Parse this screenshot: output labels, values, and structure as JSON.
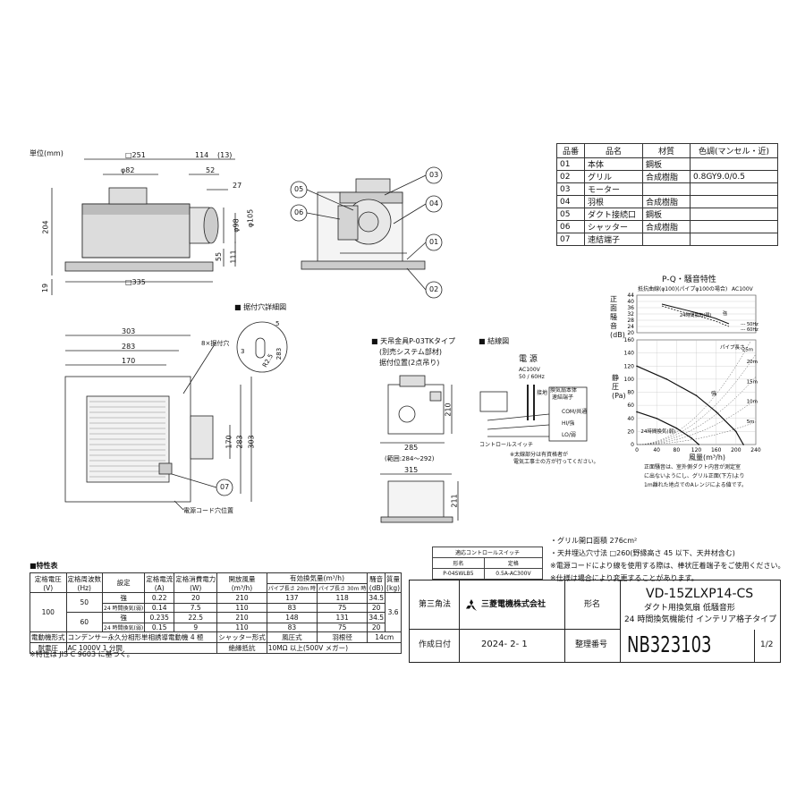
{
  "units_label": "単位(mm)",
  "dims_side": {
    "d251": "□251",
    "d114": "114",
    "d13": "(13)",
    "d82": "φ82",
    "d52": "52",
    "d27": "27",
    "d204": "204",
    "d98": "φ98",
    "d105": "φ105",
    "d55": "55",
    "d111": "111",
    "d19": "19",
    "d335": "□335"
  },
  "callouts": [
    "05",
    "06",
    "03",
    "04",
    "01",
    "02",
    "07"
  ],
  "parts_table": {
    "headers": [
      "品番",
      "品名",
      "材質",
      "色調(マンセル・近)"
    ],
    "rows": [
      [
        "01",
        "本体",
        "鋼板",
        ""
      ],
      [
        "02",
        "グリル",
        "合成樹脂",
        "0.8GY9.0/0.5"
      ],
      [
        "03",
        "モーター",
        "",
        ""
      ],
      [
        "04",
        "羽根",
        "合成樹脂",
        ""
      ],
      [
        "05",
        "ダクト接続口",
        "鋼板",
        ""
      ],
      [
        "06",
        "シャッター",
        "合成樹脂",
        ""
      ],
      [
        "07",
        "速結端子",
        "",
        ""
      ]
    ]
  },
  "mount_hole": {
    "title": "■ 据付穴詳細図",
    "d5": "5",
    "d3": "3",
    "d283": "283",
    "r25": "R2.5",
    "label_8holes": "8×据付穴"
  },
  "plan_dims": {
    "d303a": "303",
    "d283a": "283",
    "d170a": "170",
    "d170b": "170",
    "d283b": "283",
    "d303b": "303",
    "cord_label": "電源コード穴位置"
  },
  "hanger": {
    "title": "■ 天吊金具P-03TKタイプ",
    "sub1": "(別売システム部材)",
    "sub2": "据付位置(2点吊り)",
    "d210": "210",
    "d285": "285",
    "range": "(範囲:284～292)",
    "d315": "315",
    "d211": "211"
  },
  "wiring": {
    "title": "■ 結線図",
    "power": "電 源",
    "spec": "AC100V",
    "hz": "50 / 60Hz",
    "ground": "接地",
    "switch_label": "コントロールスイッチ",
    "terminal": "換気扇本体",
    "terminal2": "速結端子",
    "t_com": "COM/共通",
    "t_hi": "HI/強",
    "t_lo": "LO/弱",
    "note1": "※太線部分は有資格者が",
    "note2": "電気工事士の方が行ってください。"
  },
  "pq": {
    "title": "P-Q・騒音特性",
    "noise_axis": "正面騒音(dB)",
    "noise_sub": "抵抗曲線(φ100)(パイプφ100の場合)",
    "ac": "AC100V",
    "noise_ticks": [
      "44",
      "40",
      "36",
      "32",
      "28",
      "24",
      "20"
    ],
    "legend_50": "50Hz",
    "legend_60": "60Hz",
    "strong": "強",
    "weak24": "24時間換気(弱)",
    "pressure_axis": "静圧(Pa)",
    "p_ticks": [
      "160",
      "140",
      "120",
      "100",
      "80",
      "60",
      "40",
      "20",
      "0"
    ],
    "q_ticks": [
      "0",
      "40",
      "80",
      "120",
      "160",
      "200",
      "240"
    ],
    "q_label": "風量(m³/h)",
    "pipe_label": "パイプ長さ",
    "pipe_lengths": [
      "25m",
      "20m",
      "15m",
      "10m",
      "5m"
    ],
    "vent24": "24時間換気(弱)",
    "note1": "正面騒音は、室外側ダクト内音が測定室",
    "note2": "に出ないようにし、グリル正面(下方)より",
    "note3": "1m離れた地点でのAレンジによる値です。"
  },
  "chart_data": {
    "type": "line",
    "xlabel": "風量(m³/h)",
    "ylabel": "静圧(Pa)",
    "xlim": [
      0,
      240
    ],
    "ylim": [
      0,
      160
    ],
    "series": [
      {
        "name": "強",
        "x": [
          0,
          60,
          120,
          160,
          200,
          215
        ],
        "y": [
          120,
          100,
          75,
          50,
          20,
          0
        ]
      },
      {
        "name": "24時間換気(弱)",
        "x": [
          0,
          40,
          80,
          110,
          125
        ],
        "y": [
          50,
          40,
          25,
          10,
          0
        ]
      }
    ]
  },
  "notes": {
    "n1": "・グリル開口面積 276cm²",
    "n2": "・天井埋込穴寸法 □260(野縁高さ 45 以下、天井材含む)",
    "n3": "※電源コードにより線を使用する際は、棒状圧着端子をご使用ください。",
    "n4": "※仕様は場合により変更することがあります。"
  },
  "control_switch": {
    "title": "適応コントロールスイッチ",
    "h1": "形名",
    "h2": "定格",
    "model": "P-04SWLB5",
    "rating": "0.5A-AC300V"
  },
  "spec_table": {
    "title": "■特性表",
    "h_voltage": "定格電圧",
    "h_v": "(V)",
    "h_freq": "定格周波数",
    "h_hz": "(Hz)",
    "h_setting": "設定",
    "h_current": "定格電流",
    "h_a": "(A)",
    "h_power": "定格消費電力",
    "h_w": "(W)",
    "h_flow": "開放風量",
    "h_m3": "(m³/h)",
    "h_eff": "有効換気量(m³/h)",
    "h_eff20": "パイプ長さ 20m 時",
    "h_eff30": "パイプ長さ 30m 時",
    "h_noise": "騒音",
    "h_db": "(dB)",
    "h_mass": "質量",
    "h_kg": "(kg)",
    "voltage": "100",
    "mass": "3.6",
    "rows": [
      {
        "hz": "50",
        "set": "強",
        "a": "0.22",
        "w": "20",
        "open": "210",
        "e20": "137",
        "e30": "118",
        "db": "34.5"
      },
      {
        "hz": "",
        "set": "24 時間換気(弱)",
        "a": "0.14",
        "w": "7.5",
        "open": "110",
        "e20": "83",
        "e30": "75",
        "db": "20"
      },
      {
        "hz": "60",
        "set": "強",
        "a": "0.235",
        "w": "22.5",
        "open": "210",
        "e20": "148",
        "e30": "131",
        "db": "34.5"
      },
      {
        "hz": "",
        "set": "24 時間換気(弱)",
        "a": "0.15",
        "w": "9",
        "open": "110",
        "e20": "83",
        "e30": "75",
        "db": "20"
      }
    ],
    "motor_label": "電動機形式",
    "motor_value": "コンデンサー永久分相形単相誘導電動機 4 極",
    "shutter_label": "シャッター形式",
    "shutter_value": "風圧式",
    "blade_label": "羽根径",
    "blade_value": "14cm",
    "withstand_label": "耐電圧",
    "withstand_value": "AC 1000V 1 分間",
    "insul_label": "絶縁抵抗",
    "insul_value": "10MΩ 以上(500V メガー)",
    "footnote": "※特性は JIS C 9603 に基づく。"
  },
  "title_block": {
    "angle": "第三角法",
    "company": "三菱電機株式会社",
    "model_label": "形名",
    "model": "VD-15ZLXP14-CS",
    "desc1": "ダクト用換気扇 低騒音形",
    "desc2": "24 時間換気機能付 インテリア格子タイプ",
    "date_label": "作成日付",
    "date": "2024- 2- 1",
    "num_label": "整理番号",
    "num": "NB323103",
    "page": "1/2"
  }
}
